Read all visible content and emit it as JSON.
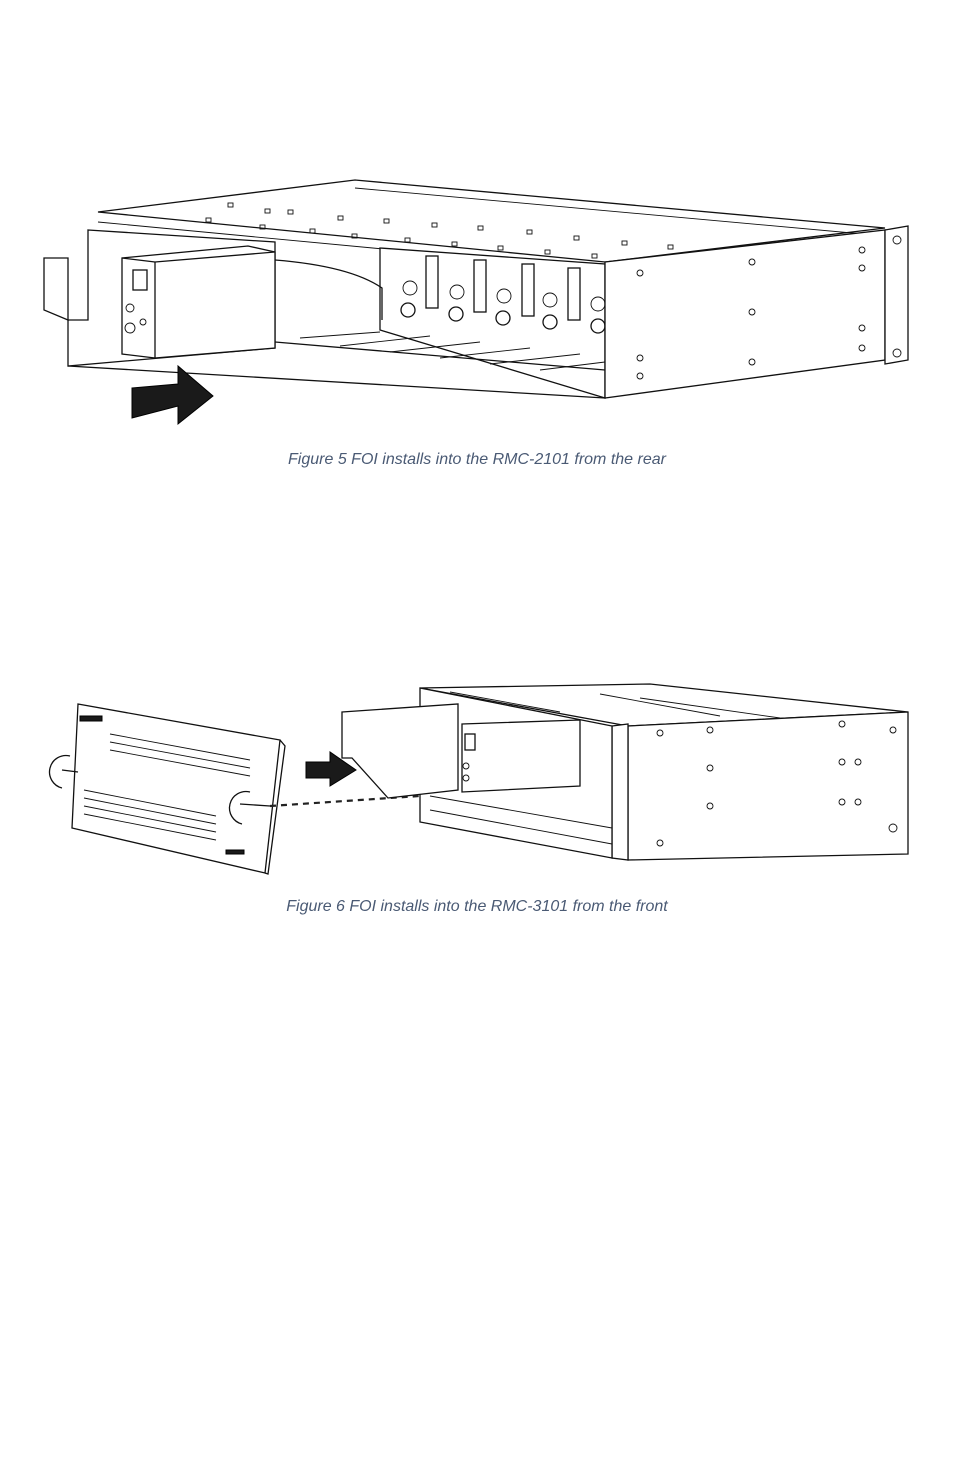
{
  "figures": [
    {
      "caption": "Figure 5 FOI installs into the RMC-2101 from the rear",
      "illustration": "rack-chassis-rear-install",
      "arrow_icon": "install-direction-arrow-icon"
    },
    {
      "caption": "Figure 6 FOI installs into the RMC-3101 from the front",
      "illustration": "rack-chassis-front-install",
      "arrow_icon": "install-direction-arrow-icon"
    }
  ],
  "colors": {
    "caption": "#4a5a74",
    "line_art": "#111111"
  }
}
